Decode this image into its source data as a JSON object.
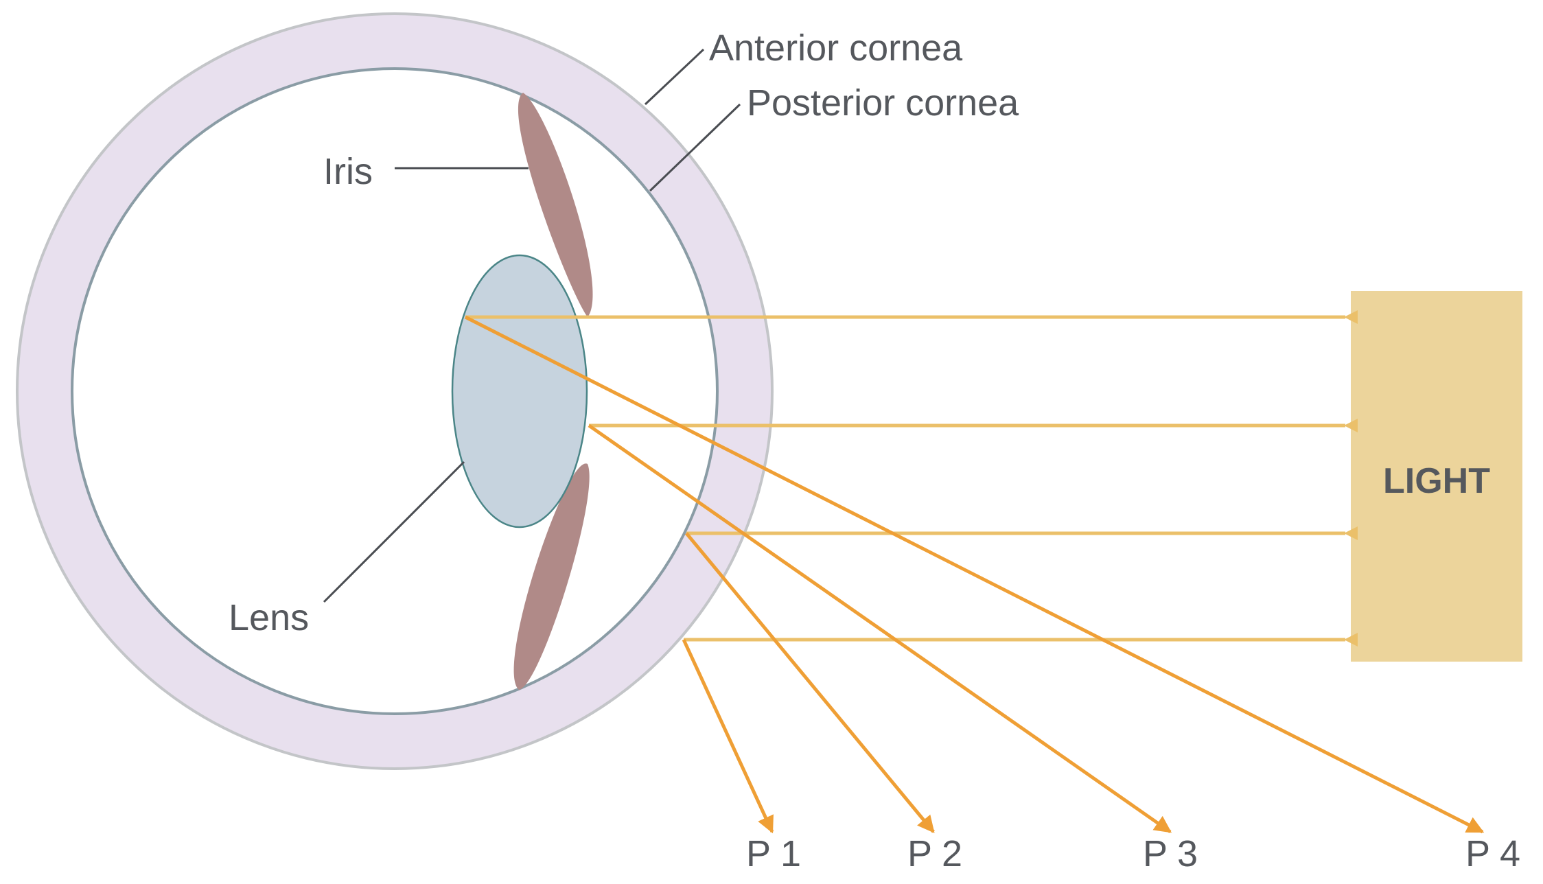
{
  "labels": {
    "anterior_cornea": "Anterior cornea",
    "posterior_cornea": "Posterior cornea",
    "iris": "Iris",
    "lens": "Lens",
    "light": "LIGHT"
  },
  "reflections": [
    "P 1",
    "P 2",
    "P 3",
    "P 4"
  ],
  "colors": {
    "sclera": "#e8e0ee",
    "sclera_stroke": "#c3c5c8",
    "inner_stroke": "#8a9ca5",
    "iris": "#b08a88",
    "lens_fill": "#c6d3de",
    "lens_stroke": "#4a8587",
    "incident_ray": "#ebc06a",
    "reflected_ray": "#ef9f35",
    "light_box": "#ecd49b",
    "label_text": "#55585d",
    "leader_line": "#4a4d52"
  }
}
